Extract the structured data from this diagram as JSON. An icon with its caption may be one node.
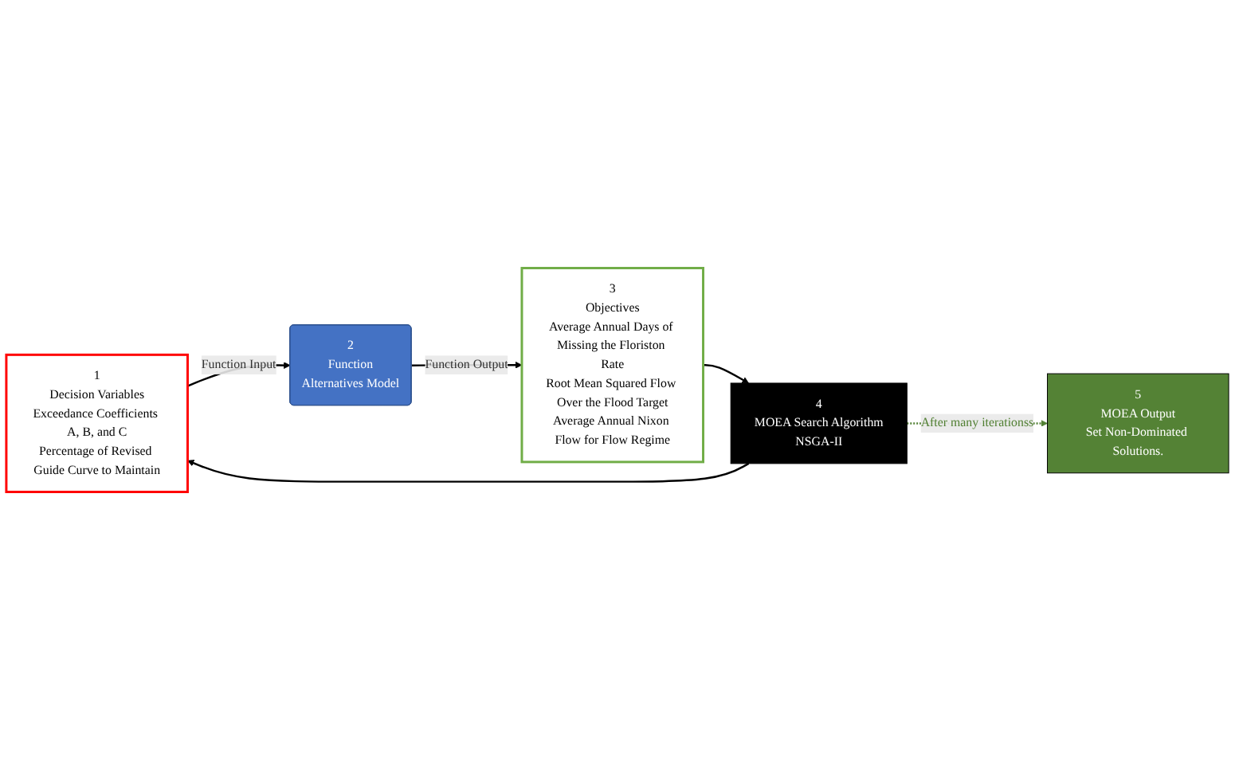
{
  "diagram": {
    "nodes": [
      {
        "text": [
          "1",
          "Decision Variables",
          "Exceedance Coefficients A, B, and C",
          "Percentage of Revised Guide Curve to Maintain"
        ]
      },
      {
        "text": [
          "2",
          "Function",
          "Alternatives Model"
        ]
      },
      {
        "text": [
          "3",
          "Objectives",
          "Average Annual Days of Missing the Floriston Rate",
          "Root Mean Squared Flow Over the Flood Target",
          "Average Annual Nixon Flow for Flow Regime"
        ]
      },
      {
        "text": [
          "4",
          "MOEA Search Algorithm",
          "NSGA-II"
        ]
      },
      {
        "text": [
          "5",
          "MOEA Output",
          "Set Non-Dominated Solutions."
        ]
      }
    ],
    "edges": [
      {
        "from": 0,
        "to": 1,
        "arrow": "to",
        "label": "Function Input"
      },
      {
        "from": 1,
        "to": 2,
        "arrow": "to",
        "label": "Function Output"
      },
      {
        "from": 2,
        "to": 3,
        "arrow": "to"
      },
      {
        "from": 3,
        "to": 0,
        "arrow": "to"
      },
      {
        "from": 3,
        "to": 4,
        "arrow": "to",
        "label": "After many iterationss",
        "style": "dashed",
        "color": "#538135"
      }
    ]
  }
}
